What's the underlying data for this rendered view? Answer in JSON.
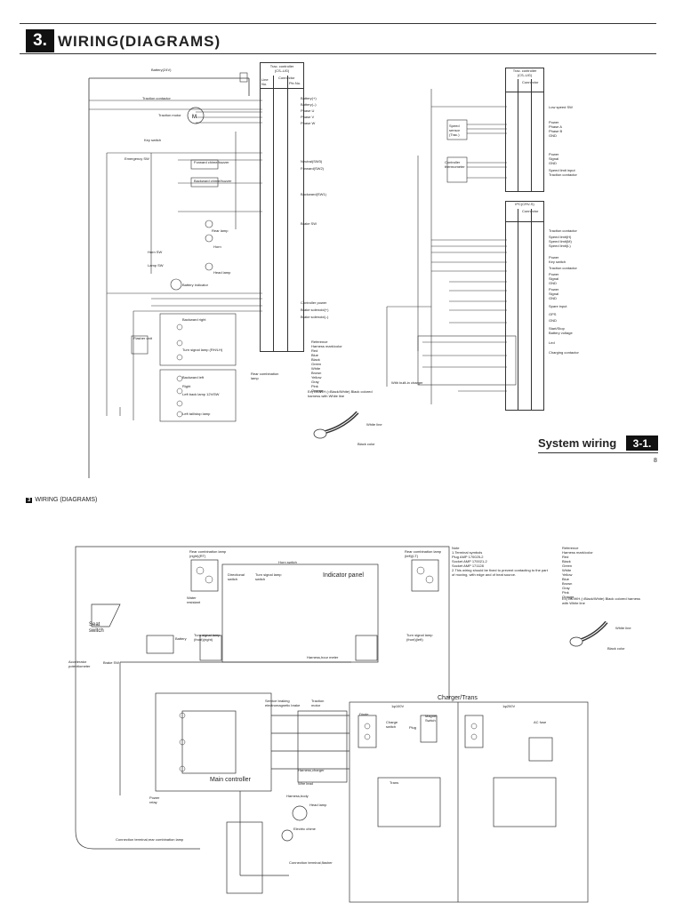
{
  "page": {
    "section_number": "3.",
    "section_title": "WIRING(DIAGRAMS)",
    "footer_title": "System wiring",
    "footer_badge": "3-1.",
    "page_number": "8"
  },
  "top_diagram": {
    "battery_label": "Battery(24V)",
    "left_controller": {
      "title": "Trac. controller",
      "subtitle": "(CS–UG)",
      "col_line_no": "Line No.",
      "col_connector": "Connector",
      "col_pin_no": "Pin No.",
      "signals": [
        "Battery(+)",
        "Battery(–)",
        "Phase U",
        "Phase V",
        "Phase W",
        "Neutral(SW3)",
        "Forward(SW2)",
        "Backward(SW1)",
        "Brake SW",
        "Controller power",
        "Brake solenoid(+)",
        "Brake solenoid(–)"
      ]
    },
    "components": [
      "Traction contactor",
      "Traction motor",
      "Key switch",
      "Emergency SW",
      "Forward chime/buzzer",
      "Backward chime/buzzer",
      "Rear lamp",
      "Horn",
      "Horn SW",
      "Lamp SW",
      "Head lamp",
      "Battery indicator",
      "Backward right",
      "Flasher unit",
      "Turn signal lamp (RH/LH)",
      "Backward left",
      "Right",
      "Left back lamp 12V/5W",
      "Left tail/stop lamp",
      "Rear combination lamp"
    ],
    "right_controller": {
      "title": "Trac. controller",
      "subtitle": "(CS–UG)",
      "col_connector": "Connector",
      "signals": [
        "Low speed SW",
        "Power",
        "Phase A",
        "Phase B",
        "GND",
        "Power",
        "Signal",
        "GND",
        "Speed limit input",
        "Traction contactor"
      ]
    },
    "right_sensors": [
      "Speed sensor (Trac.)",
      "Controller thermometer"
    ],
    "ipc": {
      "title": "IPC(CRV-S)",
      "col_connector": "Connector",
      "signals": [
        "Traction contactor",
        "Speed limit(H)",
        "Speed limit(M)",
        "Speed limit(L)",
        "Power",
        "Key switch",
        "Traction contactor",
        "Power",
        "Signal",
        "GND",
        "Power",
        "Signal",
        "GND",
        "Spare input",
        "GPS",
        "GND",
        "Start/Stop",
        "Battery voltage",
        "Led",
        "Charging contactor"
      ]
    },
    "with_builtin_charger": "With built-in charger",
    "reference": {
      "title": "Reference",
      "subtitle": "Harness mark/color",
      "colors": [
        [
          "Red",
          "RD"
        ],
        [
          "Blue",
          "BU"
        ],
        [
          "Black",
          "BK"
        ],
        [
          "Green",
          "GN"
        ],
        [
          "White",
          "WH"
        ],
        [
          "Brown",
          "BN"
        ],
        [
          "Yellow",
          "YE"
        ],
        [
          "Gray",
          "GY"
        ],
        [
          "Pink",
          "PK"
        ],
        [
          "Orange",
          "OG"
        ]
      ],
      "note": "Ex) BK/WH (=Black/White) Black colored harness with White line"
    },
    "wire_labels": [
      "White line",
      "Black color"
    ]
  },
  "bottom_diagram": {
    "header_label": "WIRING (DIAGRAMS)",
    "indicator_panel": "Indicator panel",
    "charger_trans": "Charger/Trans",
    "main_controller": "Main controller",
    "charger_labels": [
      "1φ100V",
      "1φ200V"
    ],
    "labels": [
      "Rear combination lamp (right)(RT)",
      "Rear combination lamp (left)(LT)",
      "Directional switch",
      "Turn signal lamp switch",
      "Horn switch",
      "Seat switch",
      "Battery",
      "Turn signal lamp (front)(right)",
      "Turn signal lamp (front)(left)",
      "Water resistant",
      "Harness,hour meter",
      "Service braking electromagnetic brake",
      "Traction motor",
      "Harness,charger",
      "Wire lead",
      "Harness,body",
      "Head lamp",
      "Electric chime",
      "Diode",
      "Charge switch",
      "Plug",
      "Magnet Switch",
      "AC fuse",
      "Trans",
      "Accelerator potentiometer",
      "Brake SW",
      "Power relay",
      "Connection terminal,rear combination lamp",
      "Connection terminal,flasher"
    ],
    "notes": {
      "title": "Note",
      "lines": [
        "1.Terminal symbols",
        "Plug      AMP 170025-2",
        "Socket  AMP 170021-2",
        "Socket  AMP 171128",
        "2.This wiring should be fixed to prevent contacting to the part of moving, with edge and of heat source."
      ]
    },
    "reference": {
      "title": "Reference",
      "subtitle": "Harness mark/color",
      "colors": [
        [
          "Red",
          "RD"
        ],
        [
          "Black",
          "BK"
        ],
        [
          "Green",
          "GN"
        ],
        [
          "White",
          "WH"
        ],
        [
          "Yellow",
          "YE"
        ],
        [
          "Blue",
          "BU"
        ],
        [
          "Brown",
          "BN"
        ],
        [
          "Gray",
          "GY"
        ],
        [
          "Pink",
          "PK"
        ],
        [
          "Orange",
          "OG"
        ]
      ],
      "note": "Ex) BK/WH (=Black/White) Black colored harness with White line",
      "wire_labels": [
        "White line",
        "Black color"
      ]
    }
  }
}
